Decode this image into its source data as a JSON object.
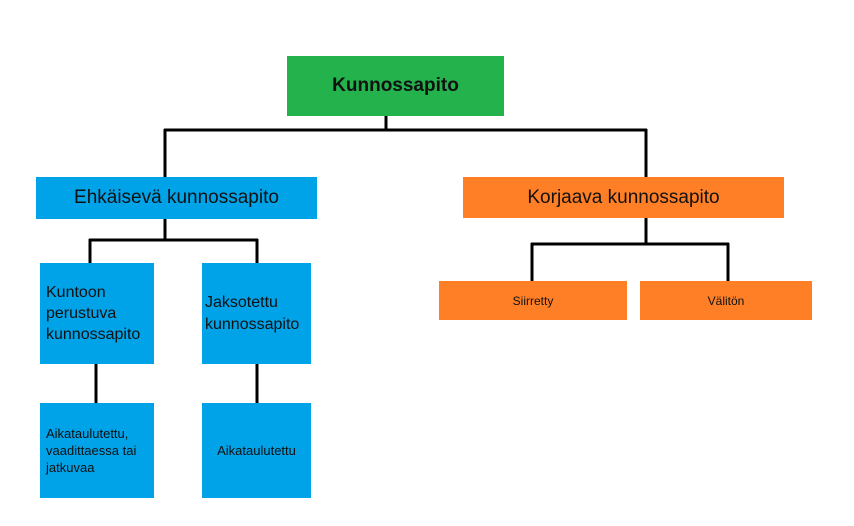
{
  "diagram": {
    "colors": {
      "root": "#23b24b",
      "preventive": "#00a2e8",
      "corrective": "#ff7f27",
      "connector": "#000000"
    },
    "root": {
      "label": "Kunnossapito"
    },
    "preventive": {
      "label": "Ehkäisevä kunnossapito",
      "condition_based": {
        "lines": [
          "Kuntoon",
          "perustuva",
          "kunnossapito"
        ]
      },
      "periodic": {
        "lines": [
          "Jaksotettu",
          "kunnossapito"
        ]
      },
      "scheduled_condition": {
        "lines": [
          "Aikataulutettu,",
          "vaadittaessa tai",
          "jatkuvaa"
        ]
      },
      "scheduled_periodic": {
        "label": "Aikataulutettu"
      }
    },
    "corrective": {
      "label": "Korjaava kunnossapito",
      "deferred": {
        "label": "Siirretty"
      },
      "immediate": {
        "label": "Välitön"
      }
    }
  }
}
